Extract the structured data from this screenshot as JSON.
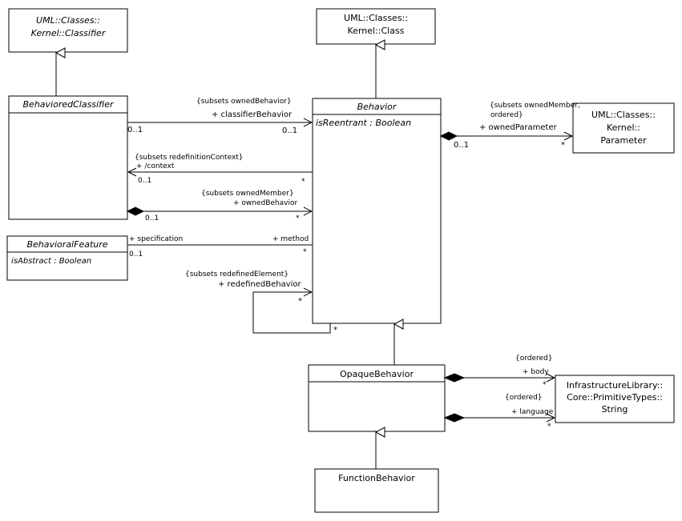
{
  "classes": {
    "uml_classifier": {
      "line1": "UML::Classes::",
      "line2": "Kernel::Classifier"
    },
    "uml_class": {
      "line1": "UML::Classes::",
      "line2": "Kernel::Class"
    },
    "behaviored_classifier": {
      "name": "BehavioredClassifier"
    },
    "behavior": {
      "name": "Behavior",
      "attribute": "isReentrant : Boolean"
    },
    "parameter": {
      "line1": "UML::Classes::",
      "line2": "Kernel::",
      "line3": "Parameter"
    },
    "behavioral_feature": {
      "name": "BehavioralFeature",
      "attribute": "isAbstract : Boolean"
    },
    "opaque_behavior": {
      "name": "OpaqueBehavior"
    },
    "string": {
      "line1": "InfrastructureLibrary::",
      "line2": "Core::PrimitiveTypes::",
      "line3": "String"
    },
    "function_behavior": {
      "name": "FunctionBehavior"
    }
  },
  "associations": {
    "classifier_behavior": {
      "constraint": "{subsets ownedBehavior}",
      "role": "+ classifierBehavior",
      "mult_source": "0..1",
      "mult_target": "0..1"
    },
    "context": {
      "constraint": "{subsets redefinitionContext}",
      "role": "+ /context",
      "mult_source": "0..1",
      "mult_target": "*"
    },
    "owned_behavior": {
      "constraint": "{subsets ownedMember}",
      "role": "+ ownedBehavior",
      "mult_source": "0..1",
      "mult_target": "*"
    },
    "specification": {
      "role_source": "+ specification",
      "role_target": "+ method",
      "mult_source": "0..1",
      "mult_target": "*"
    },
    "redefined_behavior": {
      "constraint": "{subsets redefinedElement}",
      "role": "+ redefinedBehavior",
      "mult_a": "*",
      "mult_b": "*"
    },
    "owned_parameter": {
      "constraint_line1": "{subsets ownedMember,",
      "constraint_line2": "ordered}",
      "role": "+ ownedParameter",
      "mult_source": "0..1",
      "mult_target": "*"
    },
    "body": {
      "constraint": "{ordered}",
      "role": "+ body",
      "mult_target": "*"
    },
    "language": {
      "constraint": "{ordered}",
      "role": "+ language",
      "mult_target": "*"
    }
  }
}
